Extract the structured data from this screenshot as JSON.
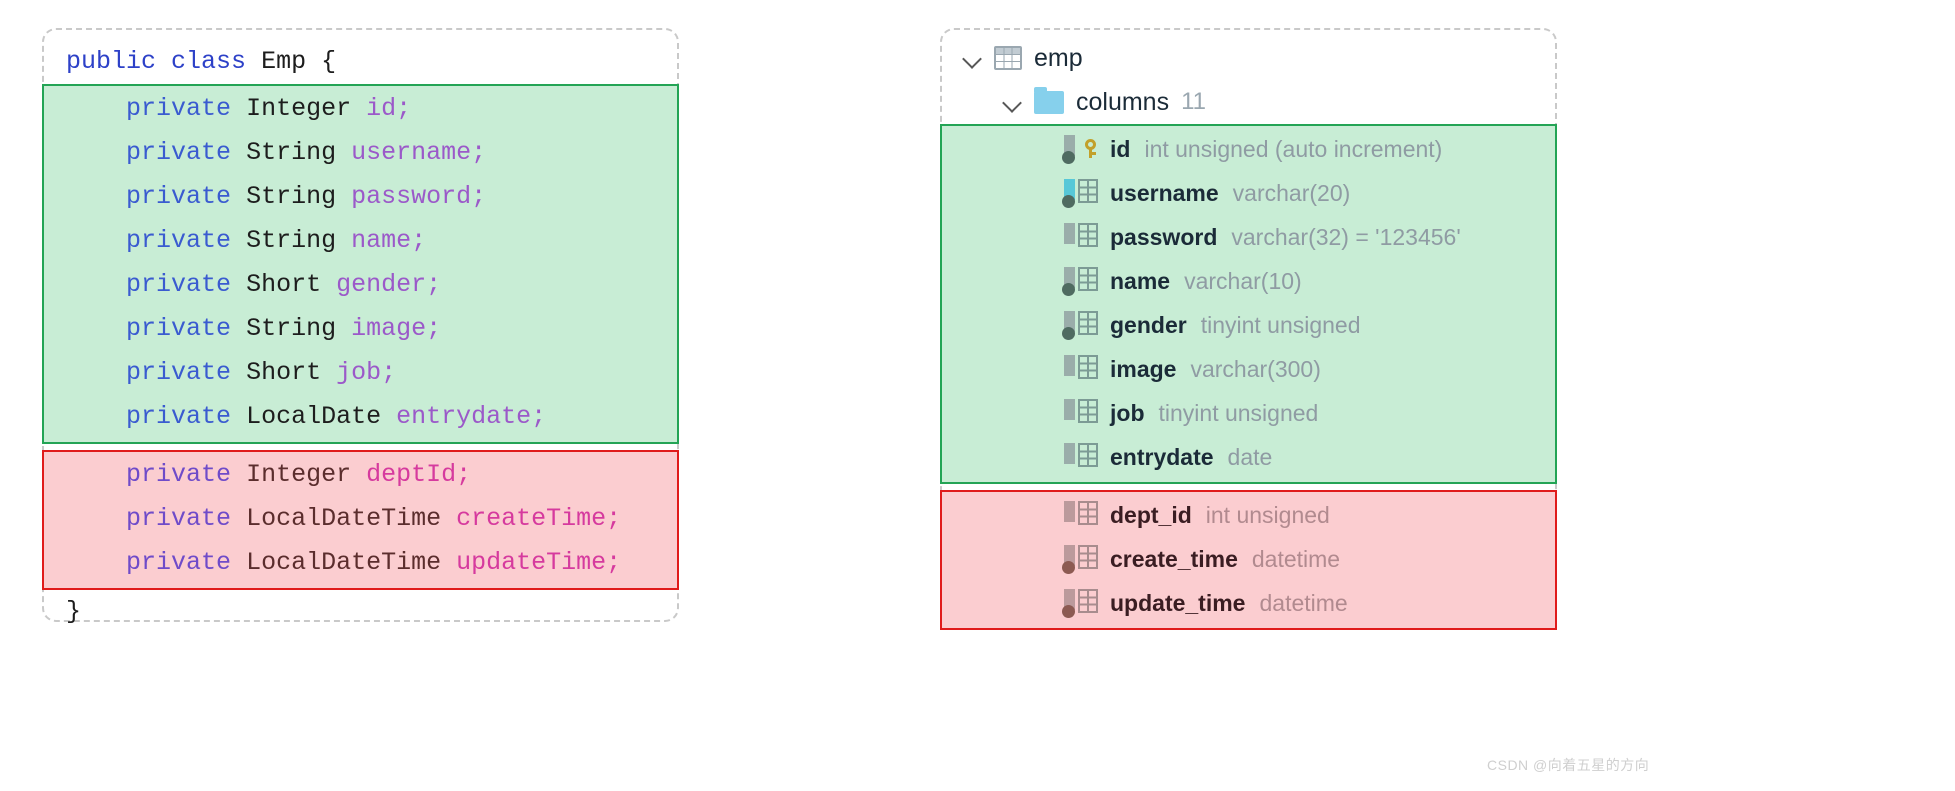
{
  "java_panel": {
    "name": "Emp entity class",
    "header_line": {
      "kw1": "public",
      "kw2": "class",
      "cls": "Emp",
      "brace": "{"
    },
    "footer_line": {
      "brace": "}"
    },
    "green_group": {
      "border_color": "#23a455",
      "fill_color": "#c8edd5",
      "lines": [
        {
          "modifier": "private",
          "type": "Integer",
          "field": "id"
        },
        {
          "modifier": "private",
          "type": "String",
          "field": "username"
        },
        {
          "modifier": "private",
          "type": "String",
          "field": "password"
        },
        {
          "modifier": "private",
          "type": "String",
          "field": "name"
        },
        {
          "modifier": "private",
          "type": "Short",
          "field": "gender"
        },
        {
          "modifier": "private",
          "type": "String",
          "field": "image"
        },
        {
          "modifier": "private",
          "type": "Short",
          "field": "job"
        },
        {
          "modifier": "private",
          "type": "LocalDate",
          "field": "entrydate"
        }
      ]
    },
    "red_group": {
      "border_color": "#e01b1b",
      "fill_color": "#fbcdd0",
      "lines": [
        {
          "modifier": "private",
          "type": "Integer",
          "field": "deptId"
        },
        {
          "modifier": "private",
          "type": "LocalDateTime",
          "field": "createTime"
        },
        {
          "modifier": "private",
          "type": "LocalDateTime",
          "field": "updateTime"
        }
      ]
    }
  },
  "db_panel": {
    "table_node": {
      "label": "emp",
      "icon": "table-grid-icon"
    },
    "columns_node": {
      "label": "columns",
      "count": "11",
      "icon": "folder-icon"
    },
    "green_group": {
      "border_color": "#23a455",
      "fill_color": "#c8edd5",
      "rows": [
        {
          "name": "id",
          "type": "int unsigned (auto increment)",
          "icon": "column-primary-key-icon",
          "key": true,
          "unique": false,
          "notnull": true
        },
        {
          "name": "username",
          "type": "varchar(20)",
          "icon": "column-unique-icon",
          "key": false,
          "unique": true,
          "notnull": true
        },
        {
          "name": "password",
          "type": "varchar(32) = '123456'",
          "icon": "column-icon",
          "key": false,
          "unique": false,
          "notnull": false
        },
        {
          "name": "name",
          "type": "varchar(10)",
          "icon": "column-icon",
          "key": false,
          "unique": false,
          "notnull": true
        },
        {
          "name": "gender",
          "type": "tinyint unsigned",
          "icon": "column-icon",
          "key": false,
          "unique": false,
          "notnull": true
        },
        {
          "name": "image",
          "type": "varchar(300)",
          "icon": "column-icon",
          "key": false,
          "unique": false,
          "notnull": false
        },
        {
          "name": "job",
          "type": "tinyint unsigned",
          "icon": "column-icon",
          "key": false,
          "unique": false,
          "notnull": false
        },
        {
          "name": "entrydate",
          "type": "date",
          "icon": "column-icon",
          "key": false,
          "unique": false,
          "notnull": false
        }
      ]
    },
    "red_group": {
      "border_color": "#e01b1b",
      "fill_color": "#fbcdd0",
      "rows": [
        {
          "name": "dept_id",
          "type": "int unsigned",
          "icon": "column-icon",
          "key": false,
          "unique": false,
          "notnull": false
        },
        {
          "name": "create_time",
          "type": "datetime",
          "icon": "column-icon",
          "key": false,
          "unique": false,
          "notnull": true
        },
        {
          "name": "update_time",
          "type": "datetime",
          "icon": "column-icon",
          "key": false,
          "unique": false,
          "notnull": true
        }
      ]
    }
  },
  "watermark": {
    "text": "CSDN @向着五星的方向"
  }
}
